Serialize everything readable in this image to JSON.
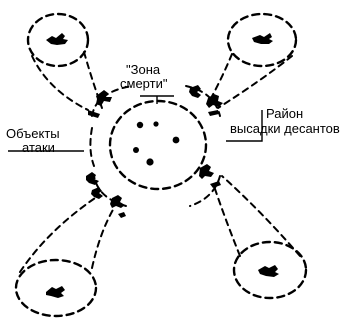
{
  "labels": {
    "death_zone_line1": "\"Зона",
    "death_zone_line2": "смерти\"",
    "attack_objects_line1": "Объекты",
    "attack_objects_line2": "атаки",
    "landing_area_line1": "Район",
    "landing_area_line2": "высадки десантов"
  },
  "colors": {
    "ink": "#000000",
    "background": "#ffffff"
  }
}
